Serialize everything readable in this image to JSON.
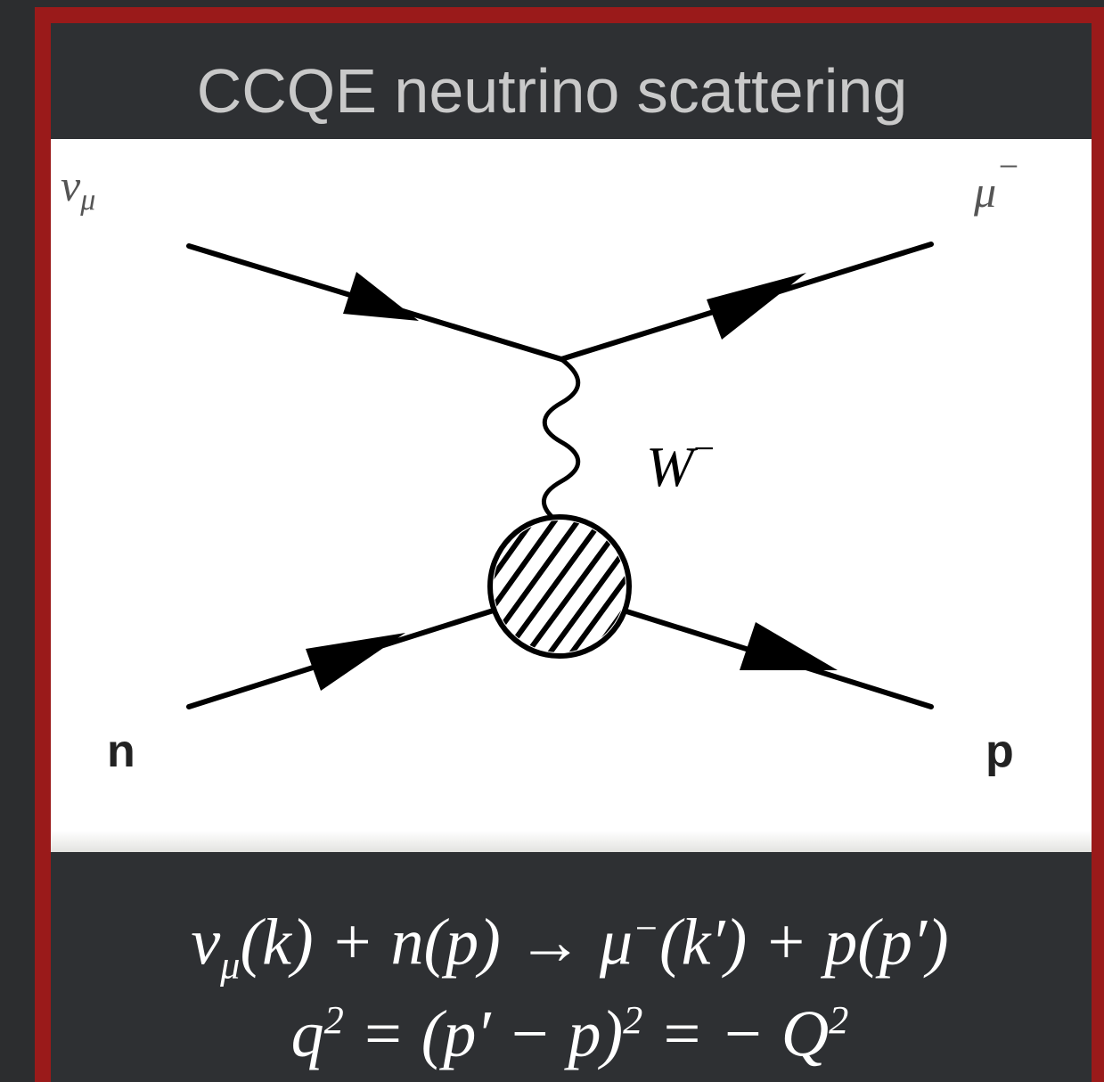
{
  "title": "CCQE neutrino scattering",
  "diagram": {
    "label_nu": "ν",
    "label_nu_sub": "μ",
    "label_mu": "μ",
    "label_mu_sup": "−",
    "label_n": "n",
    "label_p": "p",
    "label_boson": "W",
    "label_boson_sup": "−"
  },
  "equations": {
    "reaction": {
      "nu": "ν",
      "nu_sub": "μ",
      "part1": "(k) + n(p) → μ",
      "mu_sup": "−",
      "part2": "(k′) + p(p′)"
    },
    "q2": {
      "q": "q",
      "q_sup": "2",
      "mid": " = (p′ − p)",
      "mid_sup": "2",
      "end": " = − Q",
      "end_sup": "2"
    }
  }
}
